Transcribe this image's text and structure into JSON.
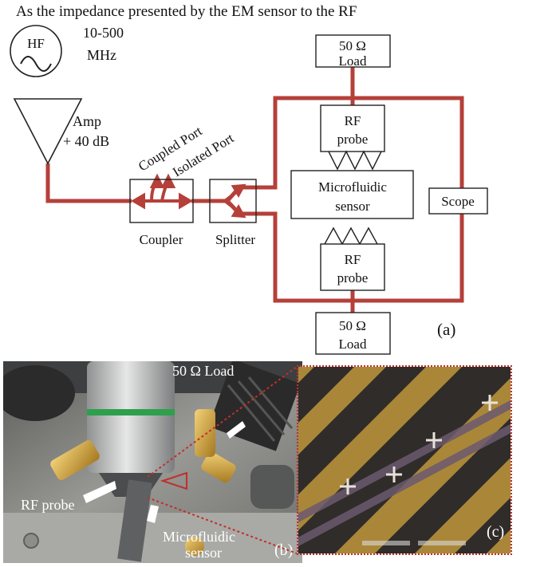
{
  "intro_text": "As the impedance presented by the EM sensor to the RF",
  "diagram": {
    "source_name": "HF",
    "frequency_range_line1": "10-500",
    "frequency_range_line2": "MHz",
    "amp_line1": "Amp",
    "amp_line2": "+ 40 dB",
    "coupled_port": "Coupled Port",
    "isolated_port": "Isolated Port",
    "coupler": "Coupler",
    "splitter": "Splitter",
    "load_top_line1": "50 Ω",
    "load_top_line2": "Load",
    "probe_top_line1": "RF",
    "probe_top_line2": "probe",
    "sensor_line1": "Microfluidic",
    "sensor_line2": "sensor",
    "probe_bottom_line1": "RF",
    "probe_bottom_line2": "probe",
    "load_bottom_line1": "50 Ω",
    "load_bottom_line2": "Load",
    "scope": "Scope",
    "panel_a": "(a)",
    "line_color": "#b5403a"
  },
  "photo_b": {
    "label_load": "50 Ω Load",
    "label_probe": "RF probe",
    "label_sensor_line1": "Microfluidic",
    "label_sensor_line2": "sensor",
    "panel_b": "(b)"
  },
  "photo_c": {
    "panel_c": "(c)"
  }
}
